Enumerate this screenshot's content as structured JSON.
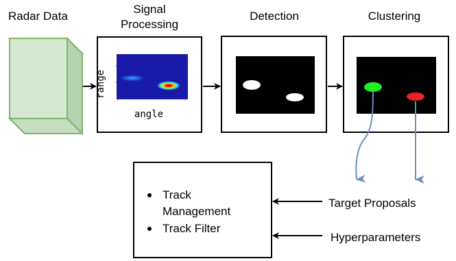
{
  "stages": {
    "radar_data": "Radar Data",
    "signal_processing": "Signal\nProcessing",
    "detection": "Detection",
    "clustering": "Clustering"
  },
  "plot_axes": {
    "y_label": "range",
    "x_label": "angle"
  },
  "tracker": {
    "items": [
      "Track\nManagement",
      "Track Filter"
    ]
  },
  "inputs": {
    "target_proposals": "Target Proposals",
    "hyperparameters": "Hyperparameters"
  },
  "colors": {
    "cube_face": "#d5e8d4",
    "cube_edge": "#82b366",
    "cluster_1": "#22ee22",
    "cluster_2": "#ee2222",
    "blue_arrow": "#6c8ebf",
    "heatmap_bg": "#1a1aa8"
  }
}
